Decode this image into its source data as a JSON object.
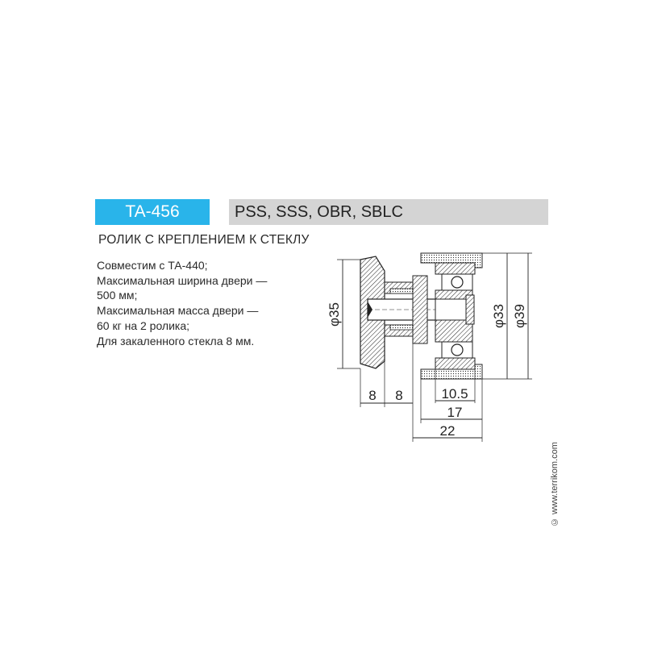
{
  "header": {
    "model": "TA-456",
    "series": "PSS, SSS, OBR, SBLC",
    "accent_color": "#29b4ea",
    "series_bar_color": "#d4d4d4"
  },
  "product": {
    "title": "РОЛИК С КРЕПЛЕНИЕМ К СТЕКЛУ",
    "specs": [
      "Совместим с ТА-440;",
      "Максимальная ширина двери —",
      "500 мм;",
      "Максимальная масса двери —",
      "60 кг на 2 ролика;",
      "Для закаленного стекла 8 мм."
    ]
  },
  "drawing": {
    "dims": {
      "d35": "φ35",
      "d33": "φ33",
      "d39": "φ39",
      "w8a": "8",
      "w8b": "8",
      "w10_5": "10.5",
      "w17": "17",
      "w22": "22"
    }
  },
  "watermark": "© www.terrikom.com"
}
